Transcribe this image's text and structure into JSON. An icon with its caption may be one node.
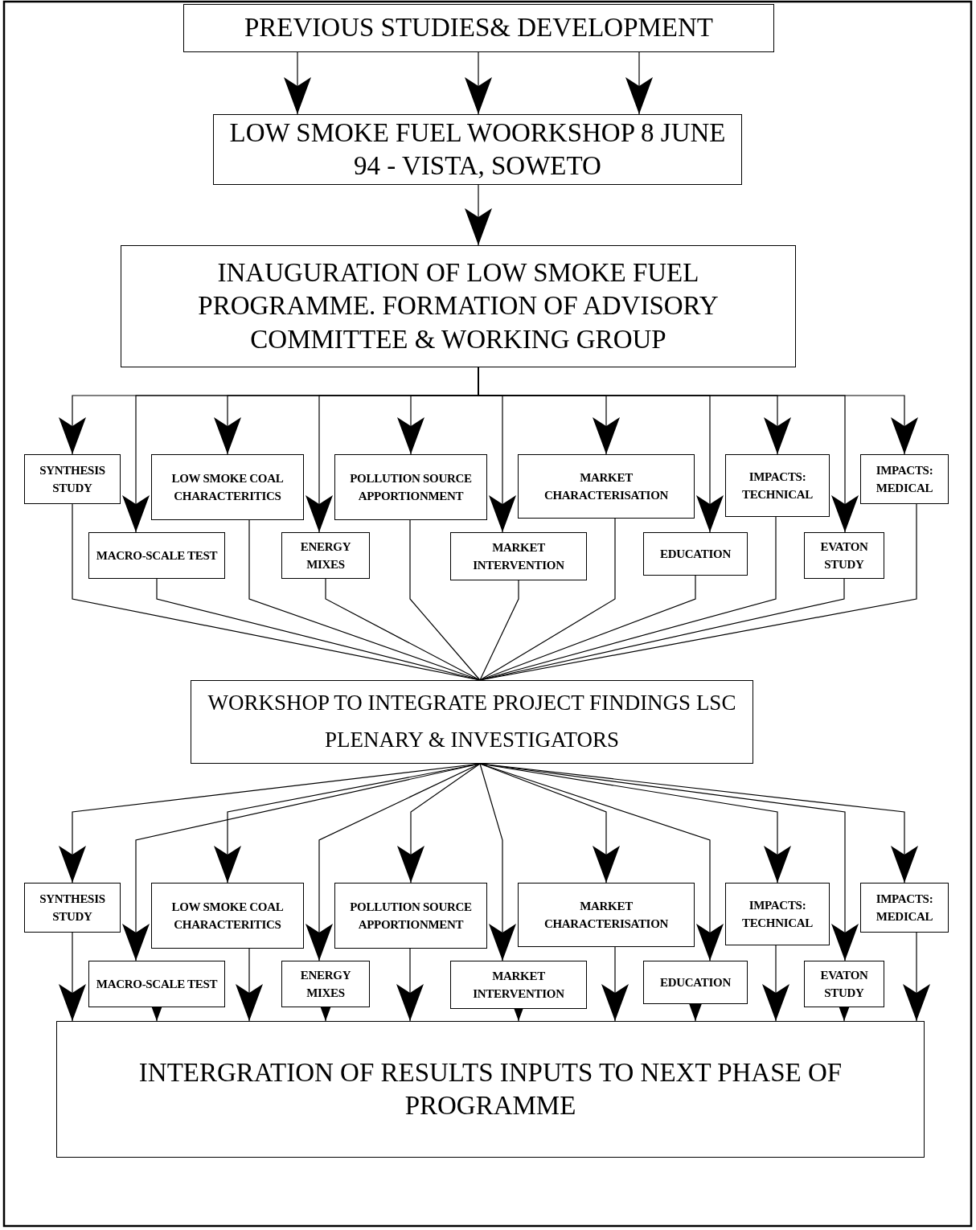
{
  "diagram": {
    "nodes": [
      {
        "text": [
          "PREVIOUS STUDIES& DEVELOPMENT"
        ]
      },
      {
        "text": [
          "LOW SMOKE FUEL WOORKSHOP 8 JUNE 94 - VISTA, SOWETO"
        ]
      },
      {
        "text": [
          "INAUGURATION OF LOW SMOKE FUEL PROGRAMME. FORMATION OF ADVISORY COMMITTEE & WORKING GROUP"
        ]
      },
      {
        "text": [
          "SYNTHESIS STUDY"
        ]
      },
      {
        "text": [
          "LOW SMOKE COAL CHARACTERITICS"
        ]
      },
      {
        "text": [
          "POLLUTION SOURCE APPORTIONMENT"
        ]
      },
      {
        "text": [
          "MARKET CHARACTERISATION"
        ]
      },
      {
        "text": [
          "IMPACTS: TECHNICAL"
        ]
      },
      {
        "text": [
          "IMPACTS: MEDICAL"
        ]
      },
      {
        "text": [
          "MACRO-SCALE TEST"
        ]
      },
      {
        "text": [
          "ENERGY MIXES"
        ]
      },
      {
        "text": [
          "MARKET INTERVENTION"
        ]
      },
      {
        "text": [
          "EDUCATION"
        ]
      },
      {
        "text": [
          "EVATON STUDY"
        ]
      },
      {
        "text": [
          "WORKSHOP TO INTEGRATE PROJECT FINDINGS LSC PLENARY & INVESTIGATORS"
        ]
      },
      {
        "text": [
          "SYNTHESIS STUDY"
        ]
      },
      {
        "text": [
          "LOW SMOKE COAL CHARACTERITICS"
        ]
      },
      {
        "text": [
          "POLLUTION SOURCE APPORTIONMENT"
        ]
      },
      {
        "text": [
          "MARKET CHARACTERISATION"
        ]
      },
      {
        "text": [
          "IMPACTS: TECHNICAL"
        ]
      },
      {
        "text": [
          "IMPACTS: MEDICAL"
        ]
      },
      {
        "text": [
          "MACRO-SCALE TEST"
        ]
      },
      {
        "text": [
          "ENERGY MIXES"
        ]
      },
      {
        "text": [
          "MARKET INTERVENTION"
        ]
      },
      {
        "text": [
          "EDUCATION"
        ]
      },
      {
        "text": [
          "EVATON STUDY"
        ]
      },
      {
        "text": [
          "INTERGRATION OF RESULTS INPUTS TO NEXT PHASE OF PROGRAMME"
        ]
      }
    ],
    "edges": [
      {
        "from": 0,
        "to": 1,
        "arrow": "to"
      },
      {
        "from": 0,
        "to": 1,
        "arrow": "to"
      },
      {
        "from": 0,
        "to": 1,
        "arrow": "to"
      },
      {
        "from": 1,
        "to": 2,
        "arrow": "to"
      },
      {
        "from": 2,
        "to": 3,
        "arrow": "to"
      },
      {
        "from": 2,
        "to": 4,
        "arrow": "to"
      },
      {
        "from": 2,
        "to": 5,
        "arrow": "to"
      },
      {
        "from": 2,
        "to": 6,
        "arrow": "to"
      },
      {
        "from": 2,
        "to": 7,
        "arrow": "to"
      },
      {
        "from": 2,
        "to": 8,
        "arrow": "to"
      },
      {
        "from": 2,
        "to": 9,
        "arrow": "to"
      },
      {
        "from": 2,
        "to": 10,
        "arrow": "to"
      },
      {
        "from": 2,
        "to": 11,
        "arrow": "to"
      },
      {
        "from": 2,
        "to": 12,
        "arrow": "to"
      },
      {
        "from": 2,
        "to": 13,
        "arrow": "to"
      },
      {
        "from": 3,
        "to": 14,
        "arrow": "none"
      },
      {
        "from": 4,
        "to": 14,
        "arrow": "none"
      },
      {
        "from": 5,
        "to": 14,
        "arrow": "none"
      },
      {
        "from": 6,
        "to": 14,
        "arrow": "none"
      },
      {
        "from": 7,
        "to": 14,
        "arrow": "none"
      },
      {
        "from": 8,
        "to": 14,
        "arrow": "none"
      },
      {
        "from": 9,
        "to": 14,
        "arrow": "none"
      },
      {
        "from": 10,
        "to": 14,
        "arrow": "none"
      },
      {
        "from": 11,
        "to": 14,
        "arrow": "none"
      },
      {
        "from": 12,
        "to": 14,
        "arrow": "none"
      },
      {
        "from": 13,
        "to": 14,
        "arrow": "none"
      },
      {
        "from": 14,
        "to": 15,
        "arrow": "to"
      },
      {
        "from": 14,
        "to": 16,
        "arrow": "to"
      },
      {
        "from": 14,
        "to": 17,
        "arrow": "to"
      },
      {
        "from": 14,
        "to": 18,
        "arrow": "to"
      },
      {
        "from": 14,
        "to": 19,
        "arrow": "to"
      },
      {
        "from": 14,
        "to": 20,
        "arrow": "to"
      },
      {
        "from": 14,
        "to": 21,
        "arrow": "to"
      },
      {
        "from": 14,
        "to": 22,
        "arrow": "to"
      },
      {
        "from": 14,
        "to": 23,
        "arrow": "to"
      },
      {
        "from": 14,
        "to": 24,
        "arrow": "to"
      },
      {
        "from": 14,
        "to": 25,
        "arrow": "to"
      },
      {
        "from": 15,
        "to": 26,
        "arrow": "to"
      },
      {
        "from": 16,
        "to": 26,
        "arrow": "to"
      },
      {
        "from": 17,
        "to": 26,
        "arrow": "to"
      },
      {
        "from": 18,
        "to": 26,
        "arrow": "to"
      },
      {
        "from": 19,
        "to": 26,
        "arrow": "to"
      },
      {
        "from": 20,
        "to": 26,
        "arrow": "to"
      },
      {
        "from": 21,
        "to": 26,
        "arrow": "to"
      },
      {
        "from": 22,
        "to": 26,
        "arrow": "to"
      },
      {
        "from": 23,
        "to": 26,
        "arrow": "to"
      },
      {
        "from": 24,
        "to": 26,
        "arrow": "to"
      },
      {
        "from": 25,
        "to": 26,
        "arrow": "to"
      }
    ]
  }
}
